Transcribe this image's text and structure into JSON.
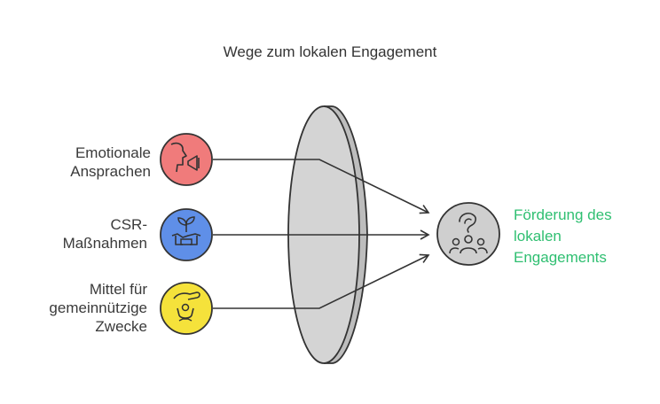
{
  "title": "Wege zum lokalen Engagement",
  "inputs": [
    {
      "lines": [
        "Emotionale",
        "Ansprachen"
      ],
      "icon": "megaphone-icon",
      "color": "#f07b7b"
    },
    {
      "lines": [
        "CSR-",
        "Maßnahmen"
      ],
      "icon": "handshake-plant-icon",
      "color": "#5f8fe8"
    },
    {
      "lines": [
        "Mittel für",
        "gemeinnützige",
        "Zwecke"
      ],
      "icon": "helping-hand-icon",
      "color": "#f5e23b"
    }
  ],
  "result": {
    "lines": [
      "Förderung des",
      "lokalen",
      "Engagements"
    ],
    "icon": "community-icon",
    "color": "#cfcfcf"
  },
  "colors": {
    "stroke": "#333333",
    "lens": "#d4d4d4",
    "result_text": "#2fbf71"
  }
}
